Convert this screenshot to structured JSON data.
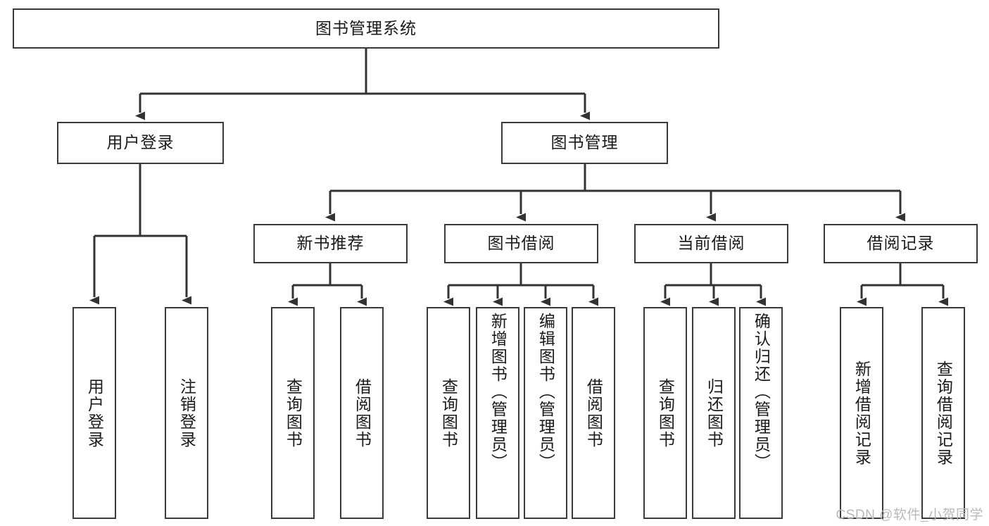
{
  "diagram": {
    "title": "图书管理系统",
    "type": "tree-hierarchy-diagram",
    "colors": {
      "box_border": "#3a3a3a",
      "box_fill": "#ffffff",
      "edge": "#333333",
      "text": "#1a1a1a",
      "watermark": "#b9b9b9"
    },
    "root": {
      "label": "图书管理系统"
    },
    "level2": [
      {
        "label": "用户登录"
      },
      {
        "label": "图书管理"
      }
    ],
    "level3": [
      {
        "label": "新书推荐"
      },
      {
        "label": "图书借阅"
      },
      {
        "label": "当前借阅"
      },
      {
        "label": "借阅记录"
      }
    ],
    "leaves": {
      "user_login": [
        {
          "label": "用户登录"
        },
        {
          "label": "注销登录"
        }
      ],
      "new_book_recommend": [
        {
          "label": "查询图书"
        },
        {
          "label": "借阅图书"
        }
      ],
      "book_borrow": [
        {
          "label": "查询图书"
        },
        {
          "label": "新增图书（管理员）"
        },
        {
          "label": "编辑图书（管理员）"
        },
        {
          "label": "借阅图书"
        }
      ],
      "current_borrow": [
        {
          "label": "查询图书"
        },
        {
          "label": "归还图书"
        },
        {
          "label": "确认归还（管理员）"
        }
      ],
      "borrow_record": [
        {
          "label": "新增借阅记录"
        },
        {
          "label": "查询借阅记录"
        }
      ]
    }
  },
  "watermark": {
    "text": "CSDN @软件_小贺同学"
  }
}
